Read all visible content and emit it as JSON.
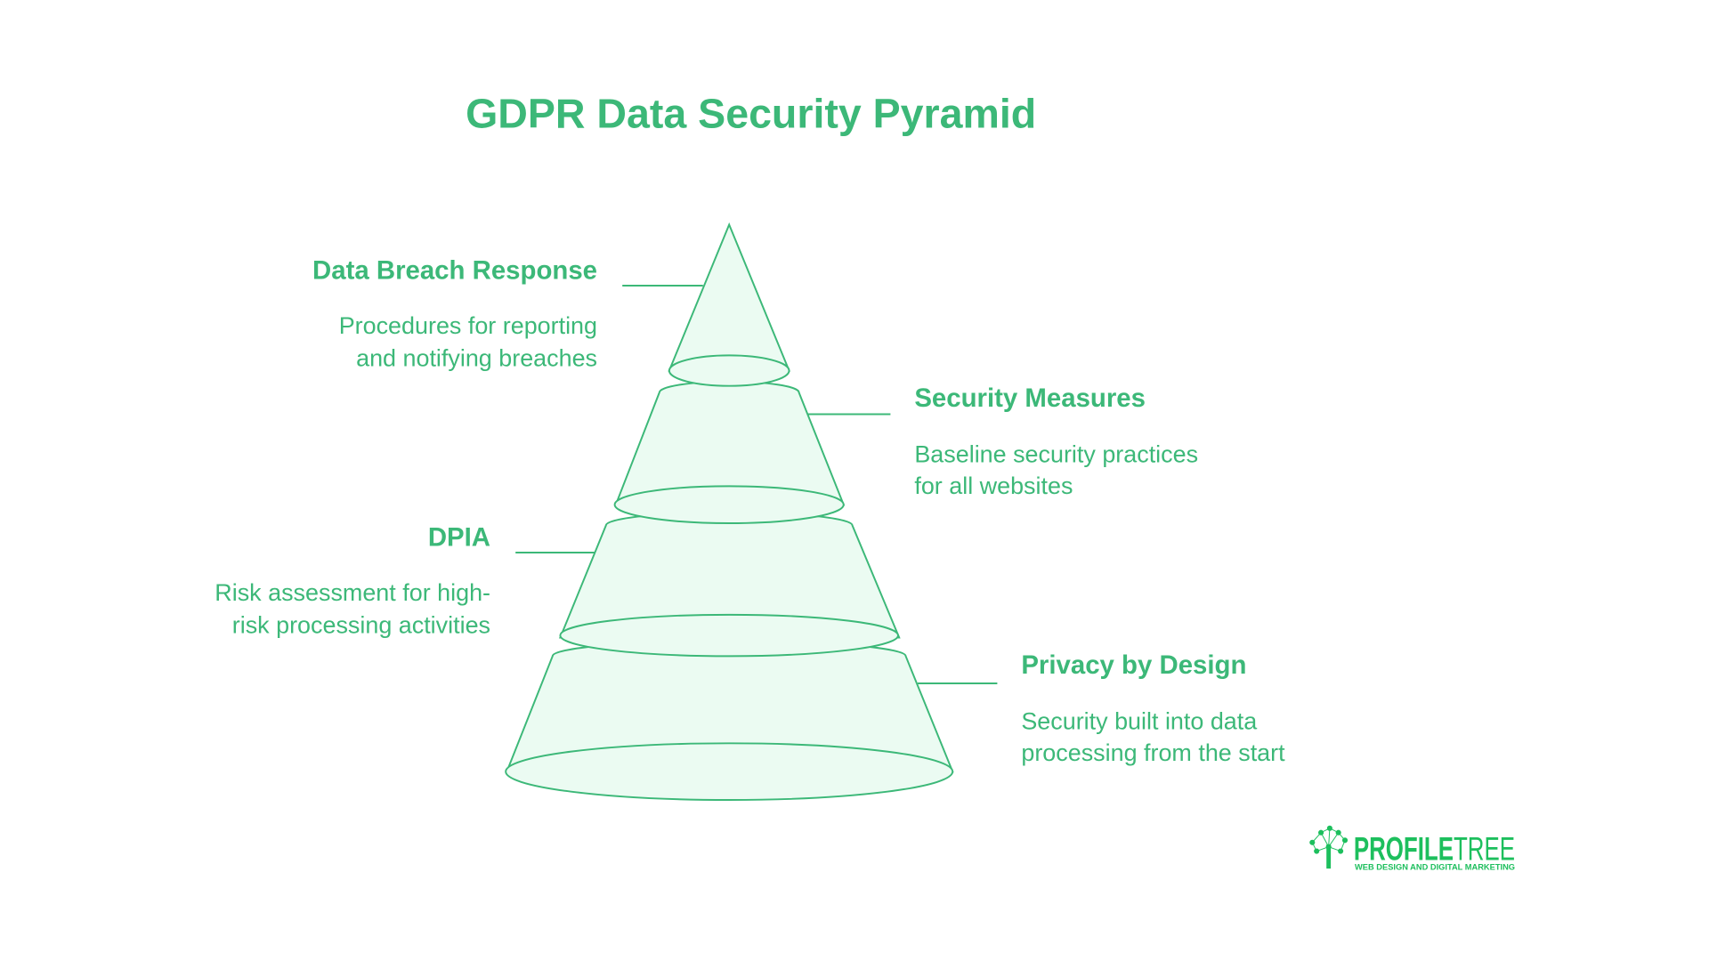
{
  "title": "GDPR Data Security Pyramid",
  "levels": [
    {
      "heading": "Data Breach Response",
      "desc_lines": [
        "Procedures for reporting",
        "and notifying breaches"
      ]
    },
    {
      "heading": "Security Measures",
      "desc_lines": [
        "Baseline security practices",
        "for all websites"
      ]
    },
    {
      "heading": "DPIA",
      "desc_lines": [
        "Risk assessment for high-",
        "risk processing activities"
      ]
    },
    {
      "heading": "Privacy by Design",
      "desc_lines": [
        "Security built into data",
        "processing from the start"
      ]
    }
  ],
  "logo": {
    "name_bold": "PROFILE",
    "name_light": "TREE",
    "tagline": "WEB DESIGN AND DIGITAL MARKETING"
  },
  "colors": {
    "accent": "#3cb878",
    "fill": "#ebfbf2",
    "logo": "#1dbf5d"
  }
}
